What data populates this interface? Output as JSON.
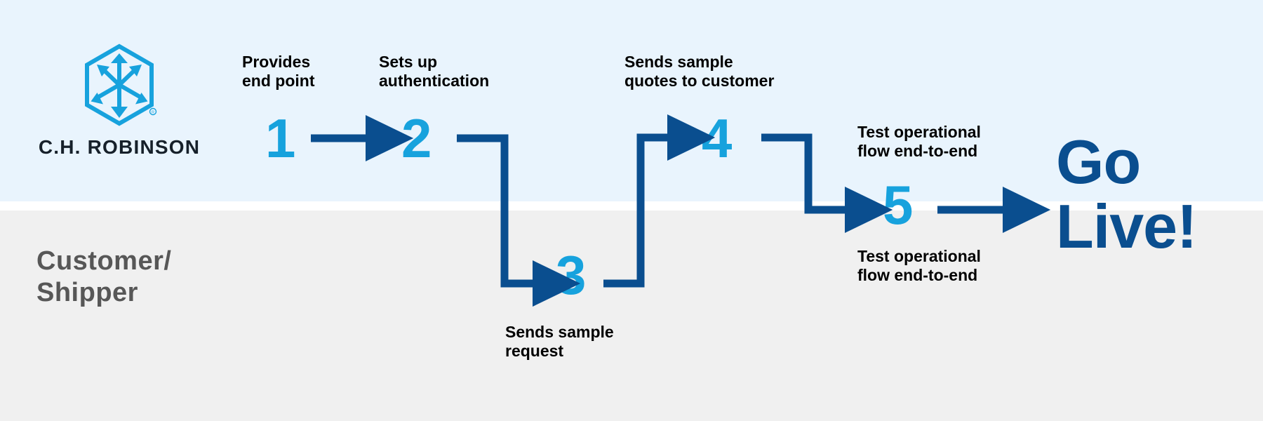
{
  "brand": {
    "name": "C.H. ROBINSON",
    "logo_icon": "ch-robinson-hexagon-cube-logo",
    "logo_color": "#17a2dd",
    "wordmark_color": "#16202a"
  },
  "colors": {
    "band_top_bg": "#e9f4fd",
    "band_bottom_bg": "#f0f0f0",
    "step_number": "#17a2dd",
    "connector": "#0a4e8f",
    "caption_text": "#000000",
    "section_label_text": "#575757",
    "go_live_text": "#0a4e8f"
  },
  "lanes": {
    "top": {
      "label": "",
      "actor": "C.H. ROBINSON"
    },
    "bottom": {
      "label": "Customer/\nShipper",
      "actor": "Customer/Shipper"
    }
  },
  "steps": [
    {
      "number": "1",
      "caption": "Provides\nend point",
      "lane": "top",
      "caption_position": "above"
    },
    {
      "number": "2",
      "caption": "Sets up\nauthentication",
      "lane": "top",
      "caption_position": "above"
    },
    {
      "number": "3",
      "caption": "Sends sample\nrequest",
      "lane": "bottom",
      "caption_position": "below"
    },
    {
      "number": "4",
      "caption": "Sends sample\nquotes to customer",
      "lane": "top",
      "caption_position": "above"
    },
    {
      "number": "5",
      "caption_above": "Test operational\nflow end-to-end",
      "caption_below": "Test operational\nflow end-to-end",
      "lane": "both",
      "caption_position": "both"
    }
  ],
  "outcome": {
    "text": "Go\nLive!"
  },
  "connectors": [
    {
      "name": "arrow-1-to-2",
      "from": "1",
      "to": "2",
      "shape": "straight-right"
    },
    {
      "name": "arrow-2-to-3",
      "from": "2",
      "to": "3",
      "shape": "right-down-right"
    },
    {
      "name": "arrow-3-to-4",
      "from": "3",
      "to": "4",
      "shape": "right-up-right"
    },
    {
      "name": "arrow-4-to-5",
      "from": "4",
      "to": "5",
      "shape": "right-down-right"
    },
    {
      "name": "arrow-5-to-golive",
      "from": "5",
      "to": "Go Live!",
      "shape": "straight-right"
    }
  ],
  "chart_data": {
    "type": "diagram",
    "title": "Integration onboarding process flow",
    "swimlanes": [
      "C.H. ROBINSON",
      "Customer/Shipper"
    ],
    "nodes": [
      {
        "id": "1",
        "label": "Provides end point",
        "lane": "C.H. ROBINSON"
      },
      {
        "id": "2",
        "label": "Sets up authentication",
        "lane": "C.H. ROBINSON"
      },
      {
        "id": "3",
        "label": "Sends sample request",
        "lane": "Customer/Shipper"
      },
      {
        "id": "4",
        "label": "Sends sample quotes to customer",
        "lane": "C.H. ROBINSON"
      },
      {
        "id": "5",
        "label": "Test operational flow end-to-end",
        "lane": "both"
      },
      {
        "id": "go-live",
        "label": "Go Live!",
        "lane": "both"
      }
    ],
    "edges": [
      {
        "from": "1",
        "to": "2"
      },
      {
        "from": "2",
        "to": "3"
      },
      {
        "from": "3",
        "to": "4"
      },
      {
        "from": "4",
        "to": "5"
      },
      {
        "from": "5",
        "to": "go-live"
      }
    ]
  }
}
